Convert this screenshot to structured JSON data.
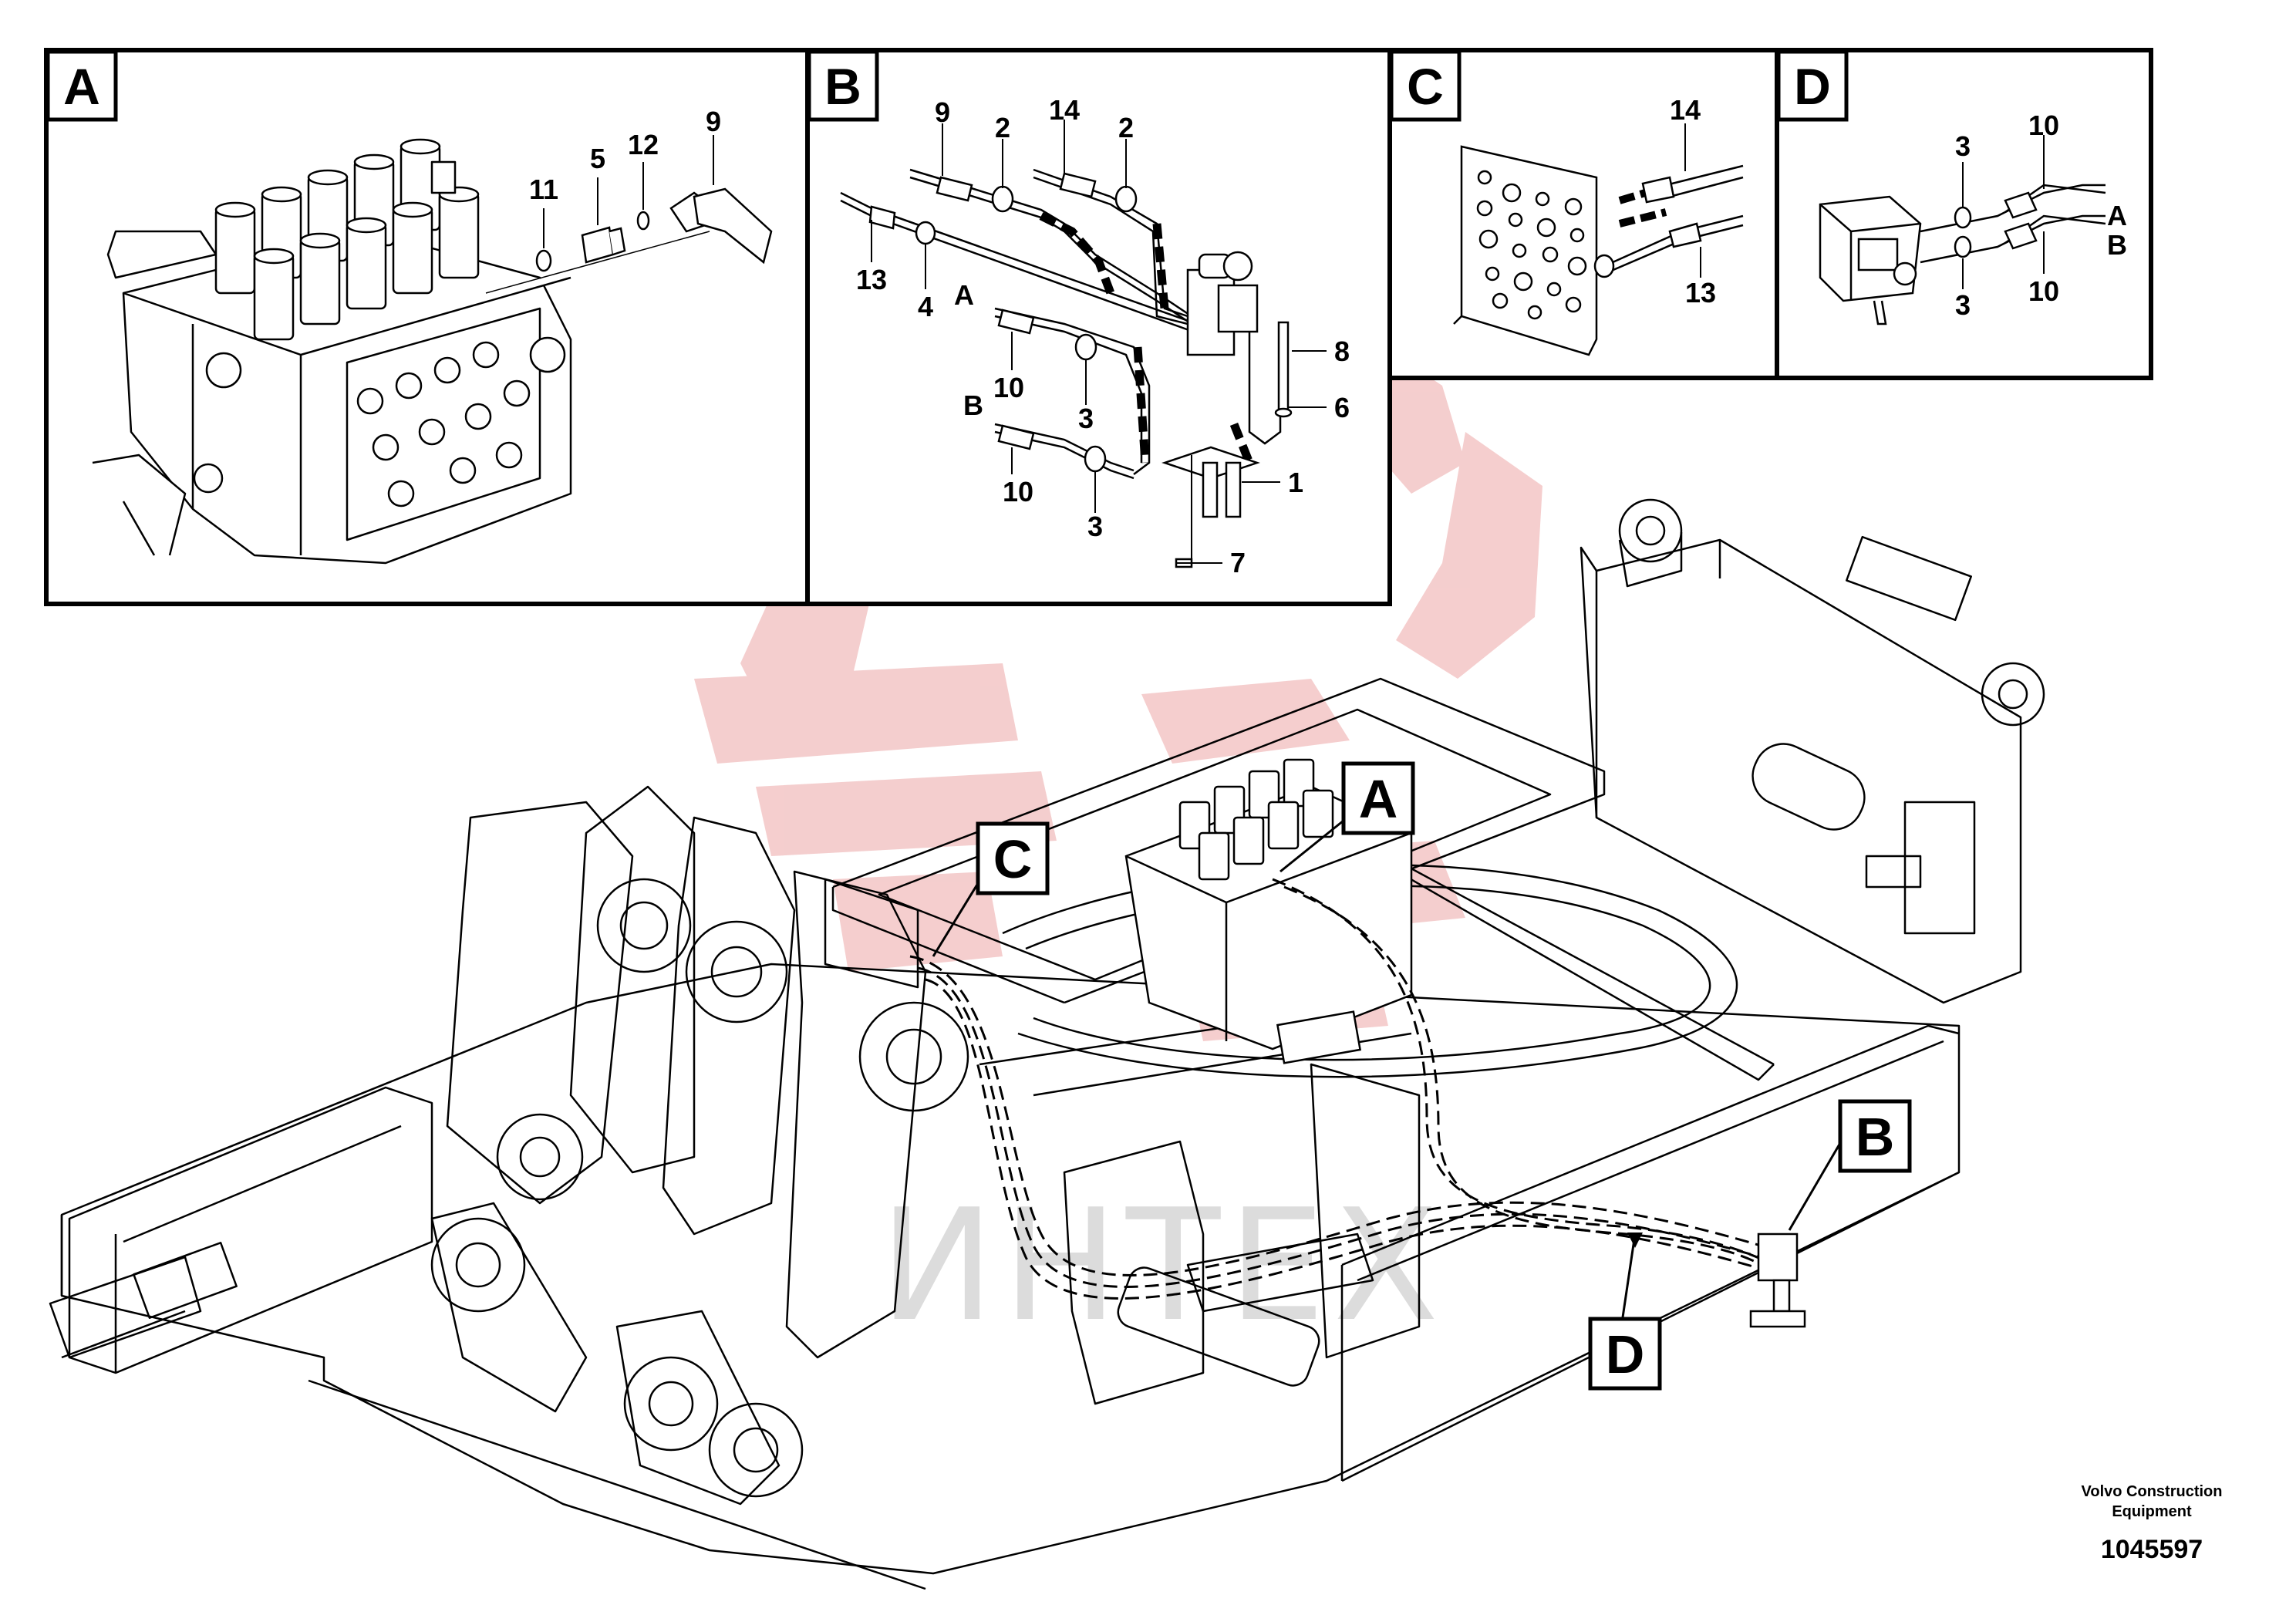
{
  "panels": {
    "A": {
      "letter": "A",
      "callouts": [
        "11",
        "5",
        "12",
        "9"
      ]
    },
    "B": {
      "letter": "B",
      "callouts": [
        "9",
        "2",
        "14",
        "2",
        "13",
        "4",
        "A",
        "10",
        "3",
        "B",
        "10",
        "3",
        "8",
        "6",
        "1",
        "7"
      ]
    },
    "C": {
      "letter": "C",
      "callouts": [
        "14",
        "13"
      ]
    },
    "D": {
      "letter": "D",
      "callouts": [
        "3",
        "10",
        "A",
        "B",
        "3",
        "10"
      ]
    }
  },
  "main_labels": {
    "A": "A",
    "B": "B",
    "C": "C",
    "D": "D"
  },
  "credit": {
    "line1": "Volvo Construction",
    "line2": "Equipment",
    "part_number": "1045597"
  },
  "watermark": {
    "text": "ИНТЕХ",
    "gear_color": "#f1c2c2",
    "text_color": "#d7d7d7"
  }
}
